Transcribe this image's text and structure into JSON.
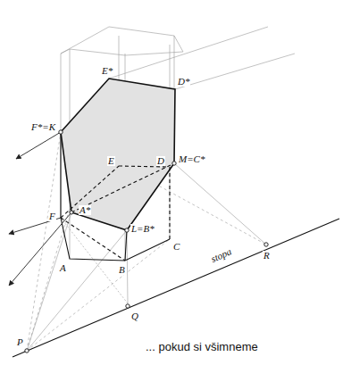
{
  "diagram": {
    "labels": [
      "E*",
      "D*",
      "F*=K",
      "E",
      "D",
      "M=C*",
      "F",
      "A*",
      "L=B*",
      "C",
      "R",
      "A",
      "B",
      "Q",
      "P",
      "stopa",
      "... pokud si všimneme"
    ]
  }
}
